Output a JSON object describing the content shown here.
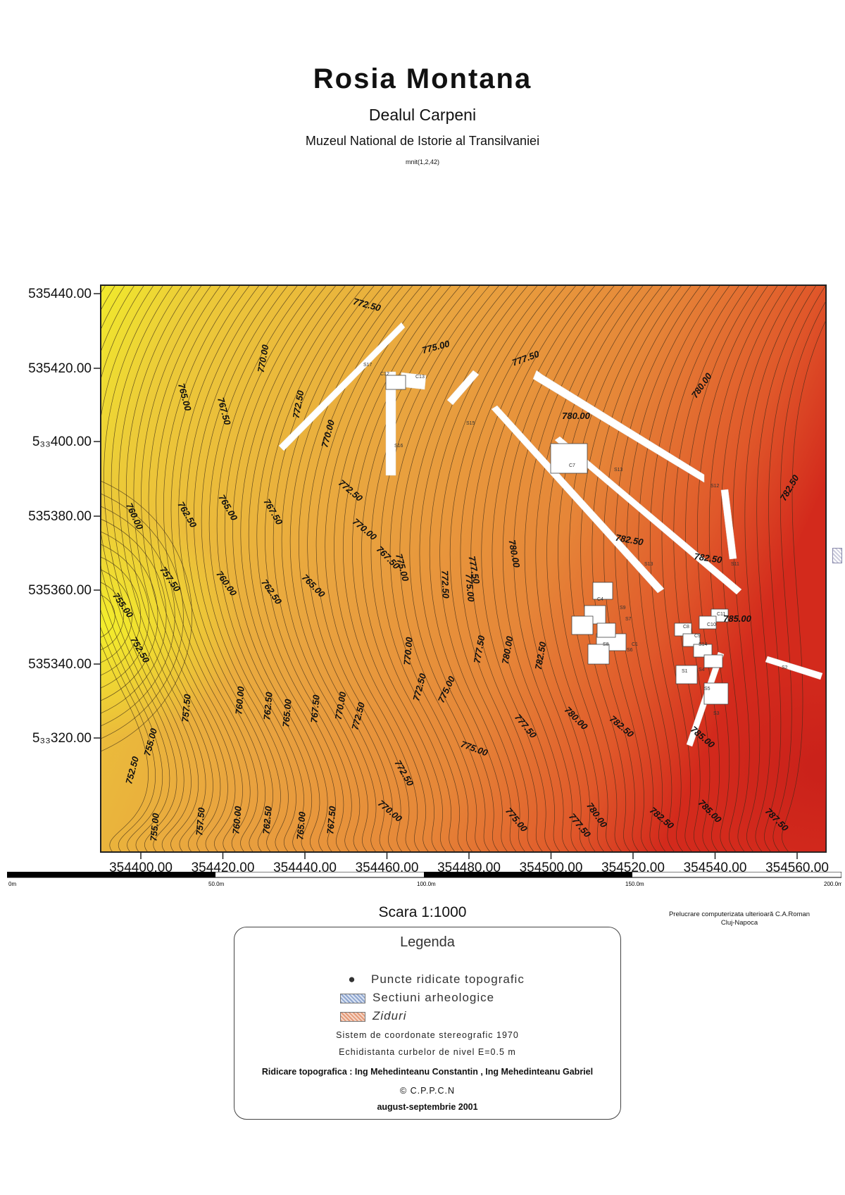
{
  "header": {
    "title": "Rosia Montana",
    "subtitle": "Dealul Carpeni",
    "institution": "Muzeul National de Istorie al Transilvaniei",
    "code": "mnit(1,2,42)"
  },
  "map": {
    "y_axis_labels": [
      "535440.00",
      "535420.00",
      "5₃₃400.00",
      "535380.00",
      "535360.00",
      "535340.00",
      "5₃₃320.00"
    ],
    "x_axis_labels": [
      "354400.00",
      "354420.00",
      "354440.00",
      "354460.00",
      "354480.00",
      "354500.00",
      "354520.00",
      "354540.00",
      "354560.00"
    ],
    "contour_labels": [
      "772.50",
      "775.00",
      "777.50",
      "780.00",
      "770.00",
      "765.00",
      "767.50",
      "772.50",
      "770.00",
      "780.00",
      "760.00",
      "762.50",
      "765.00",
      "767.50",
      "772.50",
      "770.00",
      "775.00",
      "782.50",
      "777.50",
      "780.00",
      "782.50",
      "782.50",
      "757.50",
      "760.00",
      "762.50",
      "765.00",
      "767.50",
      "772.50",
      "775.00",
      "755.00",
      "752.50",
      "770.00",
      "772.50",
      "775.00",
      "777.50",
      "780.00",
      "782.50",
      "785.00",
      "755.00",
      "757.50",
      "760.00",
      "762.50",
      "765.00",
      "767.50",
      "770.00",
      "772.50",
      "775.00",
      "777.50",
      "780.00",
      "782.50",
      "785.00",
      "752.50",
      "755.00",
      "757.50",
      "760.00",
      "762.50",
      "765.00",
      "767.50",
      "770.00",
      "772.50",
      "775.00",
      "777.50",
      "780.00",
      "782.50",
      "785.00",
      "787.50"
    ],
    "section_labels": [
      "S17",
      "C12",
      "C13",
      "S16",
      "S15",
      "C7",
      "S13",
      "S12",
      "S13",
      "S11",
      "C4",
      "S9",
      "S7",
      "C1",
      "S8",
      "S6",
      "C11",
      "C10",
      "C8",
      "C9",
      "S14",
      "S1",
      "S4",
      "S5",
      "S3",
      "S2"
    ],
    "colors": {
      "low": "#f2ef2a",
      "mid": "#e9a640",
      "high": "#d8331e",
      "contour": "#3a2a18"
    }
  },
  "scale": {
    "ticks": [
      "0m",
      "50.0m",
      "100.0m",
      "150.0m",
      "200.0m"
    ],
    "label": "Scara 1:1000"
  },
  "credit": {
    "line1": "Prelucrare computerizata ulterioară C.A.Roman",
    "line2": "Cluj-Napoca"
  },
  "legend": {
    "title": "Legenda",
    "points": "Puncte ridicate topografic",
    "sections": "Sectiuni arheologice",
    "walls": "Ziduri",
    "coord_system": "Sistem de coordonate stereografic 1970",
    "equidistance": "Echidistanta curbelor de nivel E=0.5 m",
    "survey": "Ridicare topografica : Ing Mehedinteanu Constantin , Ing Mehedinteanu Gabriel",
    "copyright": "C.P.P.C.N",
    "date": "august-septembrie 2001",
    "colors": {
      "sections": "#9fb3d6",
      "walls": "#e7a88a"
    }
  }
}
